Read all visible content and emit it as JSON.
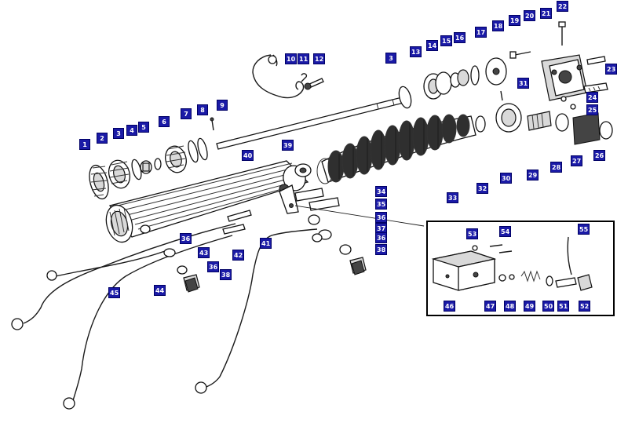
{
  "diagram": {
    "callouts": [
      "1",
      "2",
      "3",
      "4",
      "5",
      "6",
      "7",
      "8",
      "9",
      "10",
      "11",
      "12",
      "3",
      "13",
      "14",
      "15",
      "16",
      "17",
      "18",
      "19",
      "20",
      "21",
      "22",
      "23",
      "24",
      "25",
      "26",
      "27",
      "28",
      "29",
      "30",
      "31",
      "32",
      "33",
      "34",
      "35",
      "36",
      "37",
      "36",
      "38",
      "39",
      "40",
      "41",
      "42",
      "43",
      "36",
      "38",
      "44",
      "45",
      "36",
      "46",
      "47",
      "48",
      "49",
      "50",
      "51",
      "52",
      "53",
      "54",
      "55"
    ]
  }
}
